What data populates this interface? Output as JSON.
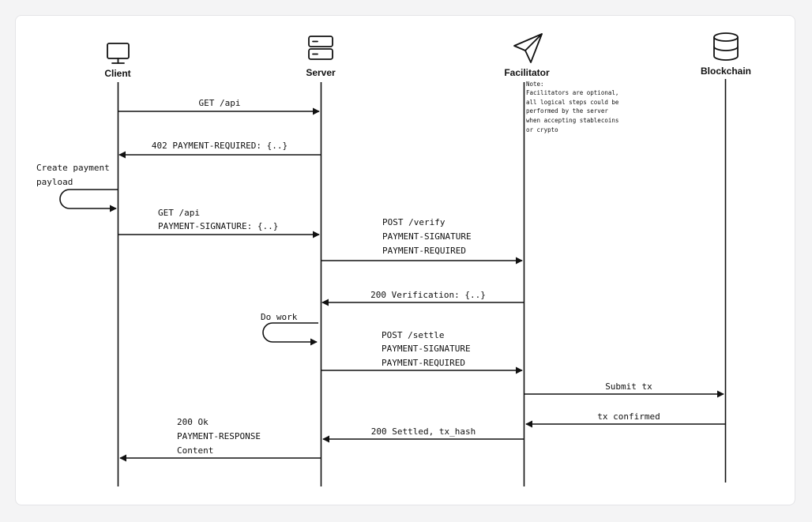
{
  "actors": {
    "client": {
      "label": "Client",
      "icon": "monitor-icon"
    },
    "server": {
      "label": "Server",
      "icon": "server-icon"
    },
    "facilitator": {
      "label": "Facilitator",
      "icon": "paper-plane-icon"
    },
    "blockchain": {
      "label": "Blockchain",
      "icon": "database-icon"
    }
  },
  "note": {
    "lines": [
      "Note:",
      "Facilitators are optional,",
      "all logical steps could be",
      "performed by the server",
      "when accepting stablecoins",
      "or crypto"
    ]
  },
  "messages": {
    "get_api": "GET /api",
    "payment_required": "402 PAYMENT-REQUIRED: {..}",
    "create_payload": [
      "Create payment",
      "payload"
    ],
    "get_api_signed": [
      "GET /api",
      "PAYMENT-SIGNATURE: {..}"
    ],
    "verify": [
      "POST /verify",
      "PAYMENT-SIGNATURE",
      "PAYMENT-REQUIRED"
    ],
    "verification": "200 Verification: {..}",
    "do_work": "Do work",
    "settle": [
      "POST /settle",
      "PAYMENT-SIGNATURE",
      "PAYMENT-REQUIRED"
    ],
    "submit_tx": "Submit tx",
    "tx_confirmed": "tx confirmed",
    "settled": "200 Settled, tx_hash",
    "ok_response": [
      "200 Ok",
      "PAYMENT-RESPONSE",
      "Content"
    ]
  }
}
